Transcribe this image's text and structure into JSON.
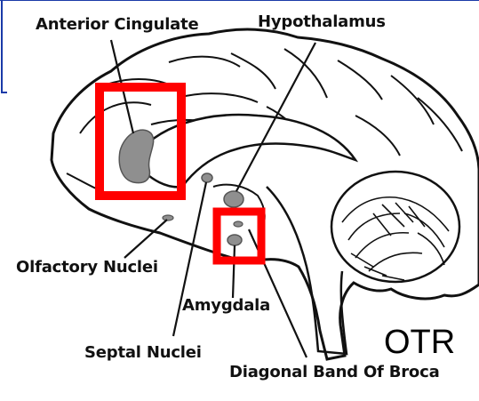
{
  "labels": {
    "anterior_cingulate": "Anterior Cingulate",
    "hypothalamus": "Hypothalamus",
    "olfactory_nuclei": "Olfactory Nuclei",
    "amygdala": "Amygdala",
    "septal_nuclei": "Septal Nuclei",
    "diagonal_band": "Diagonal Band Of Broca"
  },
  "overlay_text": "OTR",
  "colors": {
    "highlight_box": "#ff0000",
    "window_frame": "#1a3aa8",
    "structure_fill": "#8f8f8f",
    "outline": "#111111"
  }
}
